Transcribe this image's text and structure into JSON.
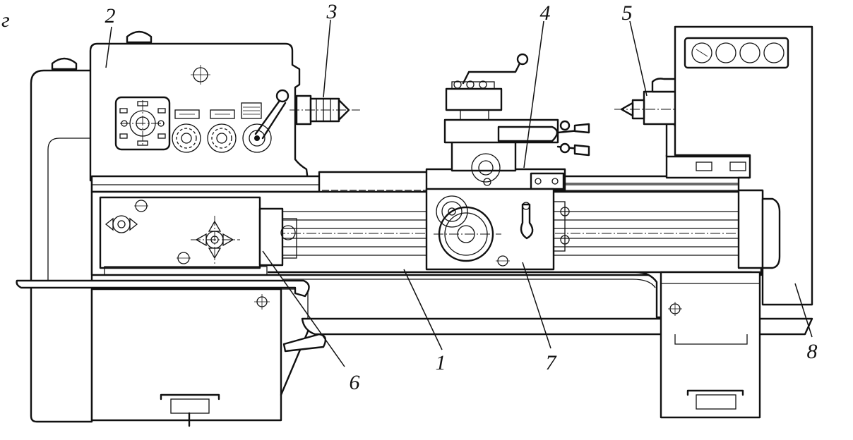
{
  "figure": {
    "corner_mark": "г",
    "callouts": [
      {
        "id": "1",
        "text": "1"
      },
      {
        "id": "2",
        "text": "2"
      },
      {
        "id": "3",
        "text": "3"
      },
      {
        "id": "4",
        "text": "4"
      },
      {
        "id": "5",
        "text": "5"
      },
      {
        "id": "6",
        "text": "6"
      },
      {
        "id": "7",
        "text": "7"
      },
      {
        "id": "8",
        "text": "8"
      }
    ]
  }
}
